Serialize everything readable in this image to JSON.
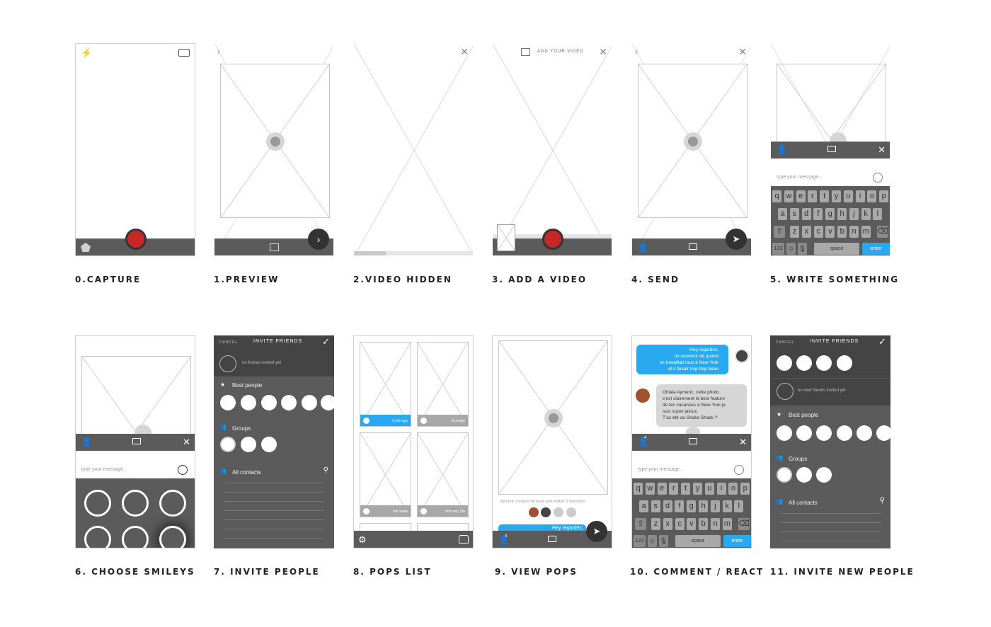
{
  "labels": {
    "s0": "0.CAPTURE",
    "s1": "1.PREVIEW",
    "s2": "2.VIDEO HIDDEN",
    "s3": "3. ADD A VIDEO",
    "s4": "4. SEND",
    "s5": "5. WRITE SOMETHING",
    "s6": "6. CHOOSE SMILEYS",
    "s7": "7. INVITE PEOPLE",
    "s8": "8. POPS LIST",
    "s9": "9. VIEW POPS",
    "s10": "10. COMMENT / REACT",
    "s11": "11. INVITE NEW PEOPLE"
  },
  "add_video": {
    "label": "ADD YOUR VIDEO"
  },
  "composer": {
    "placeholder": "type your message..."
  },
  "keyboard": {
    "row1": [
      "q",
      "w",
      "e",
      "r",
      "t",
      "y",
      "u",
      "i",
      "o",
      "p"
    ],
    "row2": [
      "a",
      "s",
      "d",
      "f",
      "g",
      "h",
      "j",
      "k",
      "l"
    ],
    "row3": [
      "z",
      "x",
      "c",
      "v",
      "b",
      "n",
      "m"
    ],
    "num_label": "123",
    "space_label": "space",
    "enter_label": "enter"
  },
  "invite": {
    "cancel_label": "CANCEL",
    "title": "INVITE FRIENDS",
    "no_friends_text": "no friends invited yet",
    "no_new_friends_text": "no new friends invited yet",
    "best_people_label": "Best people",
    "groups_label": "Groups",
    "all_contacts_label": "All contacts"
  },
  "pops_list": {
    "items": [
      {
        "time": "3 min ago",
        "highlight": true
      },
      {
        "time": "thursday",
        "highlight": false
      },
      {
        "time": "last week",
        "highlight": false
      },
      {
        "time": "february, 5th",
        "highlight": false
      }
    ]
  },
  "view_pops": {
    "info_text": "Aymeric created the pops and invited 3 members",
    "message_preview": "Hey regardez,",
    "badge_count": "4"
  },
  "chat": {
    "msg1": [
      "Hey regardez,",
      "un souvenir de quand",
      "on travaillait tous à New York",
      "et il faisait trop trop beau"
    ],
    "msg2": [
      "Ohlala Aymeric, cette photo",
      "c'est clairement la best feature",
      "de tes vacances à New-York je",
      "suis super jaloux.",
      "T'as été au Shake Shack ?"
    ],
    "badge_count": "4"
  },
  "colors": {
    "dark_bar": "#5b5b5b",
    "record_red": "#c62828",
    "accent_blue": "#29a9f0",
    "key_gray": "#a8a8a8",
    "placeholder_line": "#d0d0d0"
  },
  "icons": [
    "flash-icon",
    "camera-switch-icon",
    "back-chevron-icon",
    "close-icon",
    "record-button",
    "pentagon-icon",
    "film-icon",
    "next-arrow-icon",
    "send-paper-plane-icon",
    "add-person-icon",
    "comment-icon",
    "smiley-icon",
    "checkmark-icon",
    "star-icon",
    "group-icon",
    "search-icon",
    "gear-icon",
    "location-pin-icon",
    "shift-icon",
    "backspace-icon",
    "mic-icon"
  ]
}
